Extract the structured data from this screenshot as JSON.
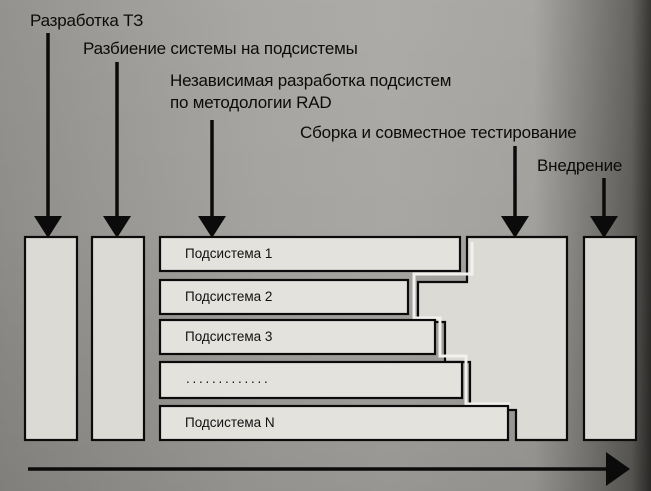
{
  "phases": {
    "tz": "Разработка ТЗ",
    "partition": "Разбиение системы на подсистемы",
    "rad_line1": "Независимая разработка подсистем",
    "rad_line2": "по методологии RAD",
    "assembly": "Сборка и совместное тестирование",
    "deployment": "Внедрение"
  },
  "subsystems": [
    "Подсистема 1",
    "Подсистема 2",
    "Подсистема 3",
    ". . . . . . . . . . . . .",
    "Подсистема N"
  ],
  "colors": {
    "ink": "#0b0b0b",
    "box_fill": "#d8d6d1",
    "background": "#a5a39f"
  }
}
